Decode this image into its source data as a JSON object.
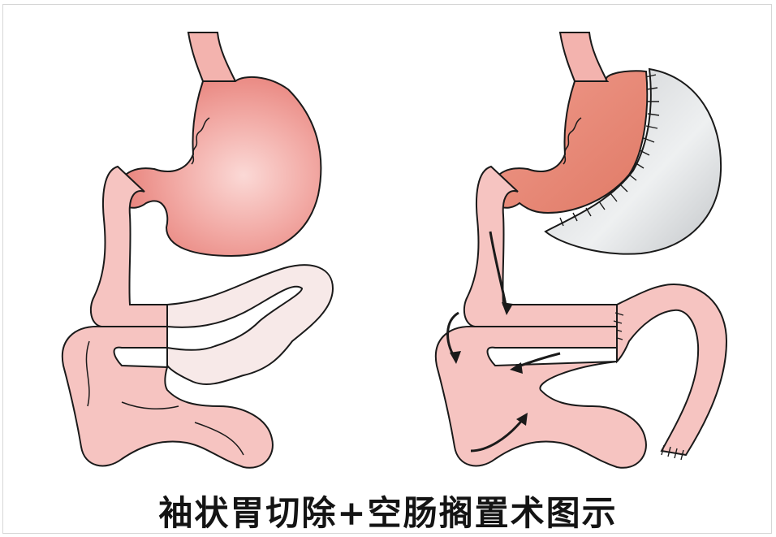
{
  "caption": "袖状胃切除+空肠搁置术图示",
  "colors": {
    "tissue_fill": "#f6c4c1",
    "stomach_fill": "#ec9590",
    "stomach_remnant": "#e8836f",
    "bypassed_bowel": "#f7e9e8",
    "excised_stomach": "#dfe1e3",
    "outline": "#1a1a1a",
    "arrow": "#1a1a1a",
    "frame": "#d6d6d6",
    "caption_text": "#141414"
  },
  "panels": [
    {
      "id": "before",
      "desc": "normal-stomach-and-small-intestine"
    },
    {
      "id": "after",
      "desc": "sleeve-gastrectomy-with-jejunal-exclusion"
    }
  ]
}
